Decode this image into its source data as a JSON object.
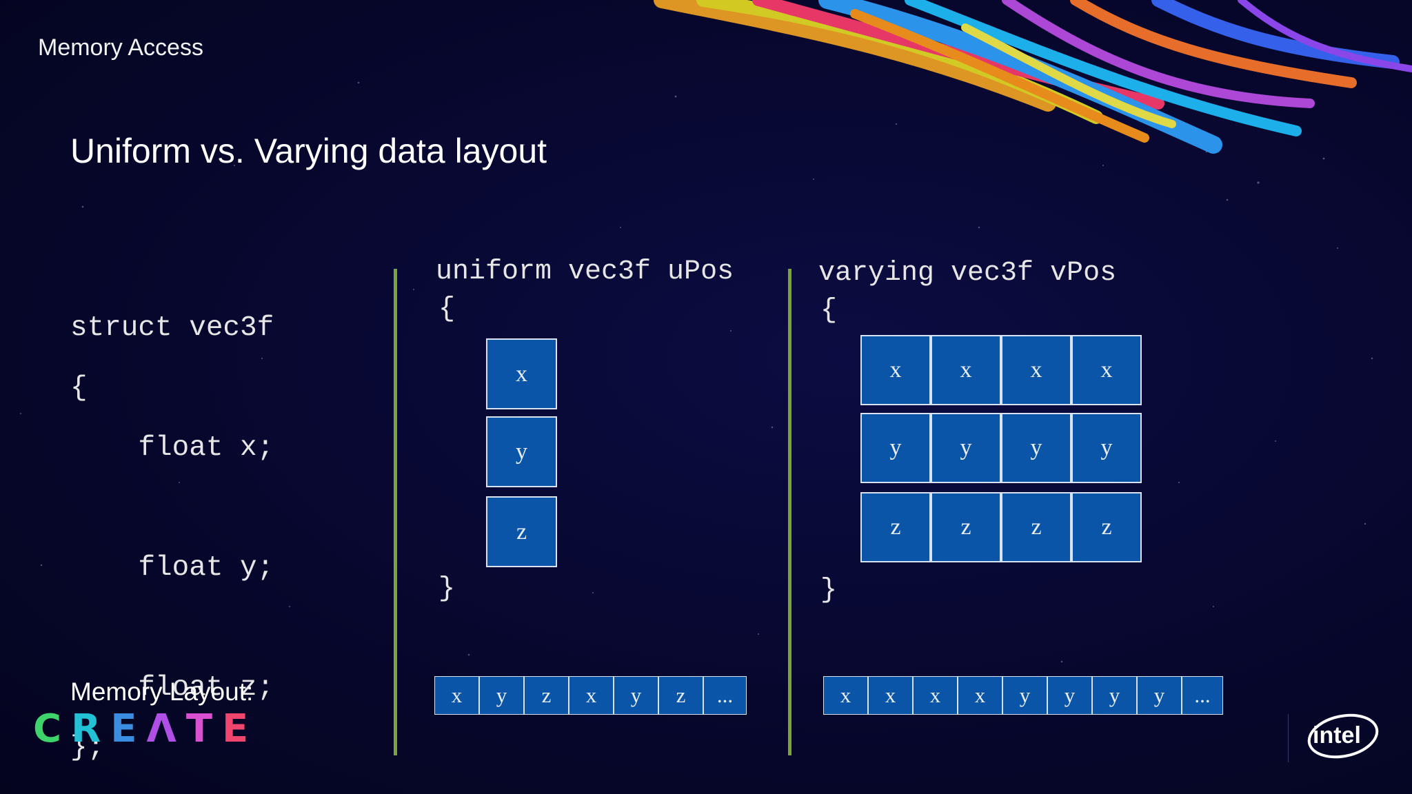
{
  "header": {
    "kicker": "Memory Access",
    "title": "Uniform vs. Varying data layout"
  },
  "struct_code": {
    "lines": [
      "struct vec3f",
      "{",
      "    float x;",
      "",
      "    float y;",
      "",
      "    float z;",
      "};"
    ]
  },
  "uniform": {
    "header": "uniform vec3f uPos",
    "open_brace": "{",
    "close_brace": "}",
    "cells": [
      "x",
      "y",
      "z"
    ],
    "memory": [
      "x",
      "y",
      "z",
      "x",
      "y",
      "z",
      "..."
    ]
  },
  "varying": {
    "header": "varying vec3f vPos",
    "open_brace": "{",
    "close_brace": "}",
    "rows": [
      [
        "x",
        "x",
        "x",
        "x"
      ],
      [
        "y",
        "y",
        "y",
        "y"
      ],
      [
        "z",
        "z",
        "z",
        "z"
      ]
    ],
    "memory": [
      "x",
      "x",
      "x",
      "x",
      "y",
      "y",
      "y",
      "y",
      "..."
    ]
  },
  "memory_layout_label": "Memory Layout:",
  "branding": {
    "create_letters": [
      "C",
      "R",
      "E",
      "Λ",
      "T",
      "E"
    ],
    "create_colors": [
      "#3fd36b",
      "#23c1d6",
      "#3a8de0",
      "#b04fe6",
      "#d84fd0",
      "#f0456c"
    ],
    "intel_text": "intel",
    "accent_bar_color": "#7aa43a",
    "cell_color": "#0a55a8"
  }
}
